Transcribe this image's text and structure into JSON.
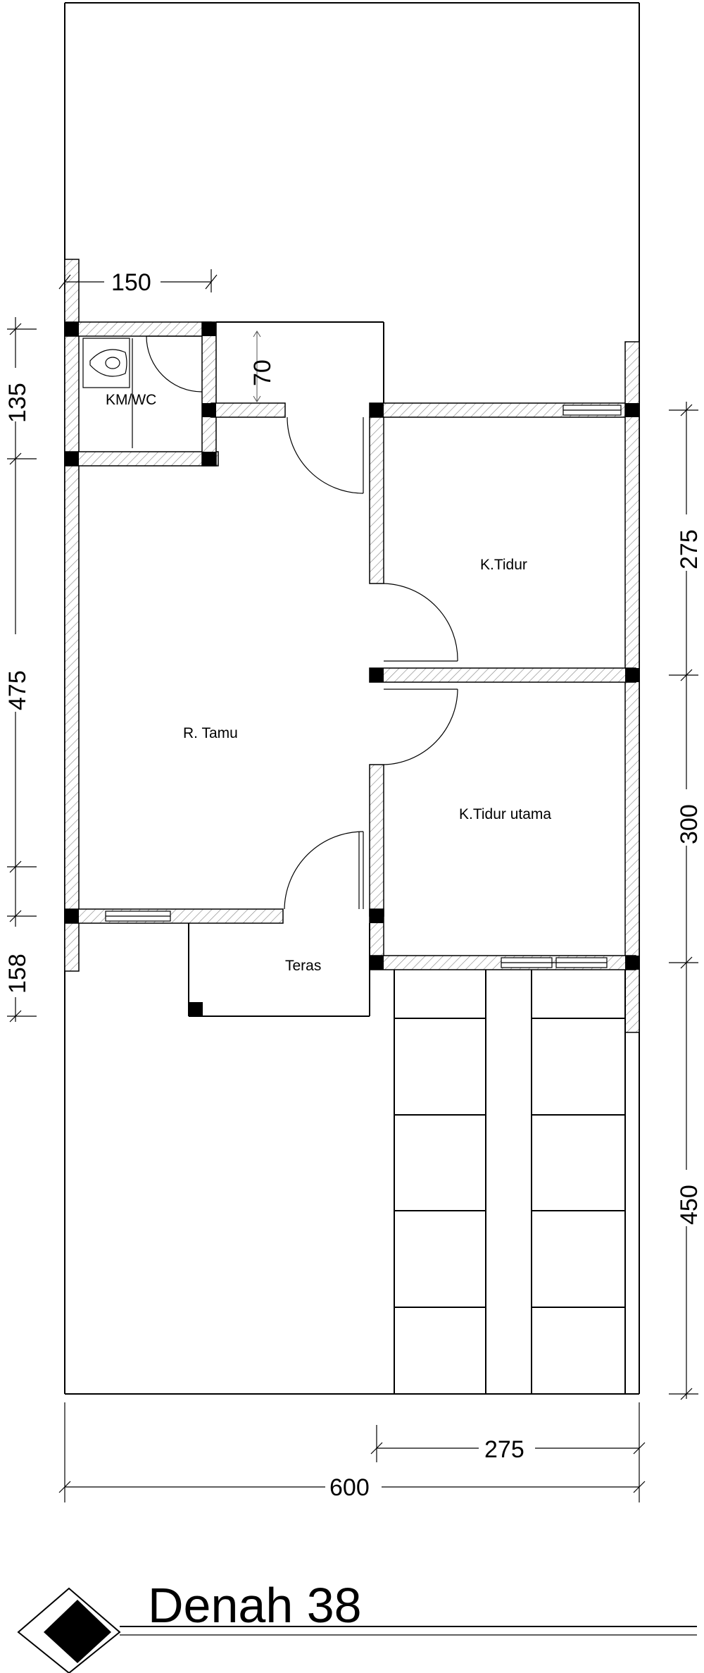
{
  "title": "Denah 38",
  "rooms": {
    "km_wc": "KM/WC",
    "k_tidur": "K.Tidur",
    "r_tamu": "R. Tamu",
    "k_tidur_utama": "K.Tidur utama",
    "teras": "Teras"
  },
  "dimensions": {
    "top_150": "150",
    "shaft_70": "70",
    "left_135": "135",
    "left_475": "475",
    "left_158": "158",
    "right_275": "275",
    "right_300": "300",
    "right_450": "450",
    "bottom_275": "275",
    "bottom_600": "600"
  }
}
